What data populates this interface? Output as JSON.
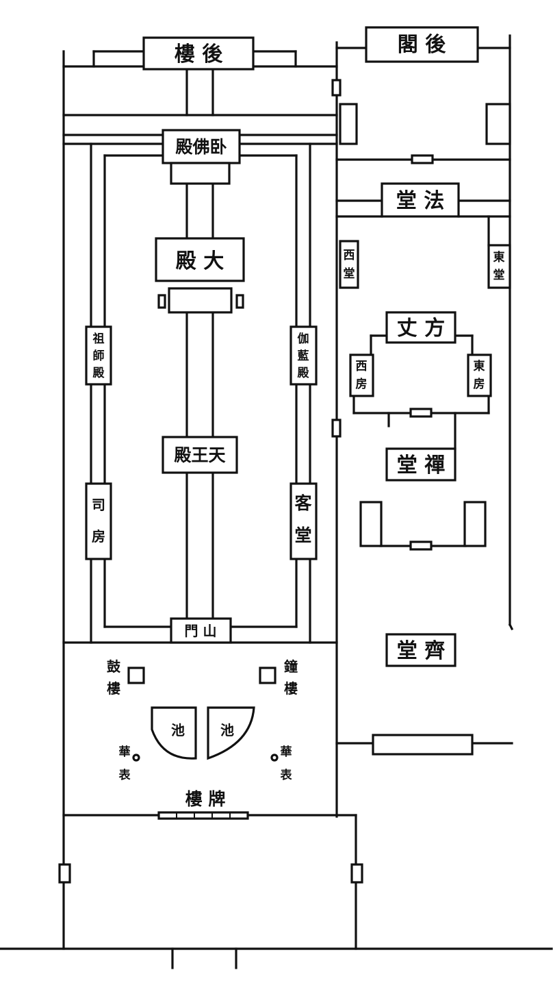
{
  "labels": {
    "rear_tower": "樓 後",
    "rear_pavilion": "閣 後",
    "reclining_buddha_hall": "殿佛卧",
    "dharma_hall": "堂 法",
    "great_hall": "殿 大",
    "patriarch_hall": [
      "祖",
      "師",
      "殿"
    ],
    "sangharama_hall": [
      "伽",
      "藍",
      "殿"
    ],
    "west_hall": [
      "西",
      "堂"
    ],
    "east_hall": [
      "東",
      "堂"
    ],
    "abbot_quarters": "丈 方",
    "west_room": [
      "西",
      "房"
    ],
    "east_room": [
      "東",
      "房"
    ],
    "heavenly_kings_hall": "殿王天",
    "meditation_hall": "堂 禪",
    "office_room": [
      "司",
      "房"
    ],
    "guest_hall": [
      "客",
      "堂"
    ],
    "mountain_gate": "門 山",
    "dining_hall": "堂 齊",
    "drum_tower": [
      "鼓",
      "樓"
    ],
    "bell_tower": [
      "鐘",
      "樓"
    ],
    "pond_left": "池",
    "pond_right": "池",
    "flagpole_left": [
      "華",
      "表"
    ],
    "flagpole_right": [
      "華",
      "表"
    ],
    "archway": "樓 牌"
  }
}
